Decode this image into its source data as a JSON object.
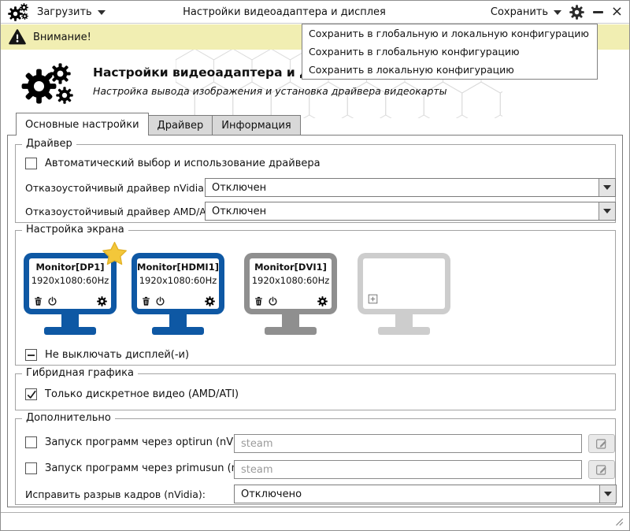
{
  "window": {
    "load_label": "Загрузить",
    "title": "Настройки видеоадаптера и дисплея",
    "save_label": "Сохранить",
    "close_glyph": "×"
  },
  "save_menu": {
    "items": [
      "Сохранить в глобальную и локальную конфигурацию",
      "Сохранить в глобальную конфигурацию",
      "Сохранить в локальную конфигурацию"
    ]
  },
  "warning": {
    "text": "Внимание!"
  },
  "header": {
    "title": "Настройки видеоадаптера и дисплея",
    "subtitle": "Настройка вывода изображения и установка драйвера видеокарты"
  },
  "tabs": {
    "items": [
      {
        "label": "Основные настройки",
        "active": true
      },
      {
        "label": "Драйвер",
        "active": false
      },
      {
        "label": "Информация",
        "active": false
      }
    ]
  },
  "driver": {
    "legend": "Драйвер",
    "auto_label": "Автоматический выбор и использование драйвера",
    "auto_checked": false,
    "nvidia_label": "Отказоустойчивый драйвер nVidia:",
    "nvidia_value": "Отключен",
    "amd_label": "Отказоустойчивый драйвер AMD/ATI:",
    "amd_value": "Отключен"
  },
  "screen": {
    "legend": "Настройка экрана",
    "monitors": [
      {
        "name": "Monitor[DP1]",
        "resolution": "1920x1080:60Hz",
        "primary": true,
        "state": "active"
      },
      {
        "name": "Monitor[HDMI1]",
        "resolution": "1920x1080:60Hz",
        "primary": false,
        "state": "active"
      },
      {
        "name": "Monitor[DVI1]",
        "resolution": "1920x1080:60Hz",
        "primary": false,
        "state": "disabled"
      },
      {
        "state": "empty"
      }
    ],
    "keep_on_label": "Не выключать дисплей(-и)",
    "keep_on_state": "indeterminate"
  },
  "hybrid": {
    "legend": "Гибридная графика",
    "discrete_label": "Только дискретное видео (AMD/ATI)",
    "discrete_checked": true
  },
  "extra": {
    "legend": "Дополнительно",
    "optirun_label": "Запуск программ через optirun (nVidia):",
    "optirun_checked": false,
    "optirun_placeholder": "steam",
    "primusun_label": "Запуск программ через primusun (nVidia):",
    "primusun_checked": false,
    "primusun_placeholder": "steam",
    "tearing_label": "Исправить разрыв кадров (nVidia):",
    "tearing_value": "Отключено"
  },
  "colors": {
    "accent_blue": "#3a6ea5",
    "monitor_blue": "#0e58a4",
    "disabled_gray": "#8f8f8f",
    "empty_gray": "#cdcdcd",
    "warning_bg": "#f1eeb2",
    "star_gold": "#f3c73a"
  }
}
